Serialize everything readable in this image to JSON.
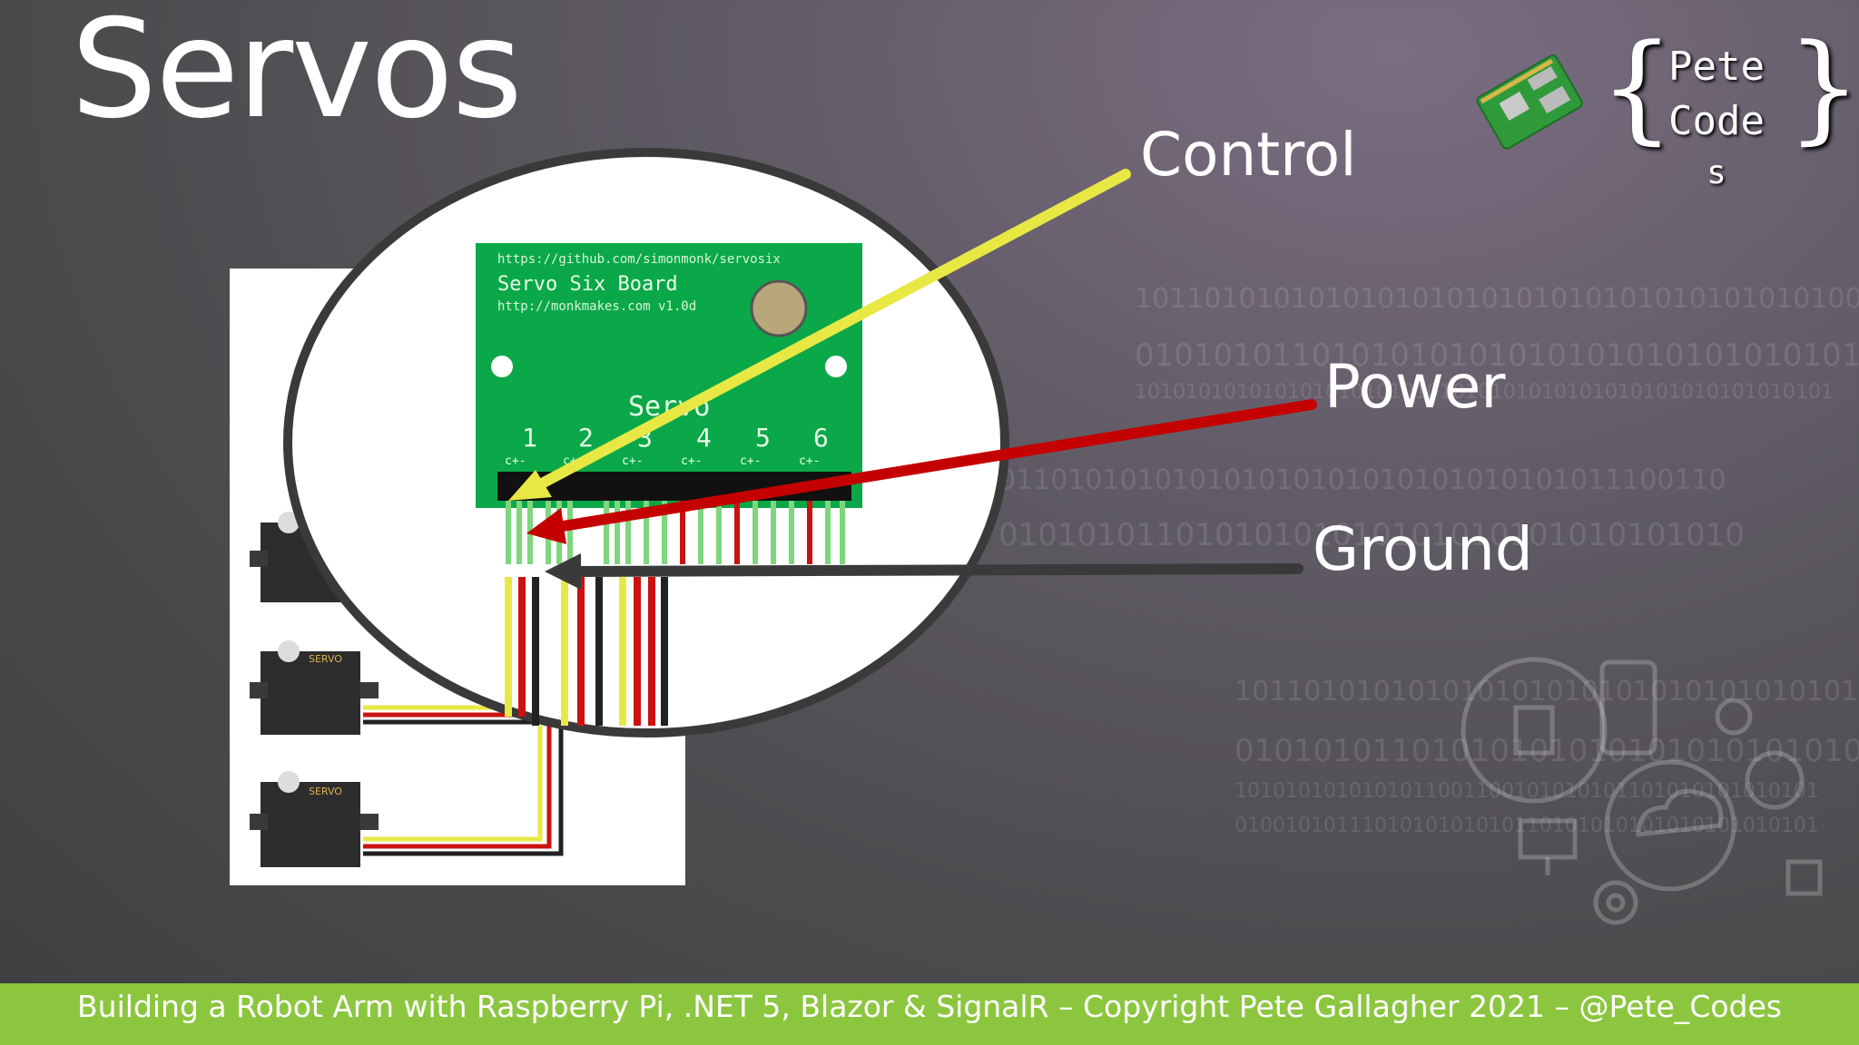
{
  "slide": {
    "title": "Servos"
  },
  "labels": {
    "control": "Control",
    "power": "Power",
    "ground": "Ground"
  },
  "board": {
    "url1": "https://github.com/simonmonk/servosix",
    "name": "Servo Six Board",
    "url2": "http://monkmakes.com v1.0d",
    "header": "Servo",
    "pins": [
      "1",
      "2",
      "3",
      "4",
      "5",
      "6"
    ],
    "pin_sub": "c+-"
  },
  "servo_label": "SERVO",
  "logo": {
    "line1": "Pete",
    "line2": "Code",
    "line3": "s",
    "brace_left": "{",
    "brace_right": "}"
  },
  "footer": {
    "text": "Building a Robot Arm with Raspberry Pi, .NET 5, Blazor & SignalR  – Copyright Pete Gallagher 2021 – @Pete_Codes"
  },
  "colors": {
    "control_arrow": "#e8e845",
    "power_arrow": "#c40000",
    "ground_arrow": "#3a3a3a",
    "board_green": "#0aa848",
    "footer_green": "#8cc63f"
  }
}
